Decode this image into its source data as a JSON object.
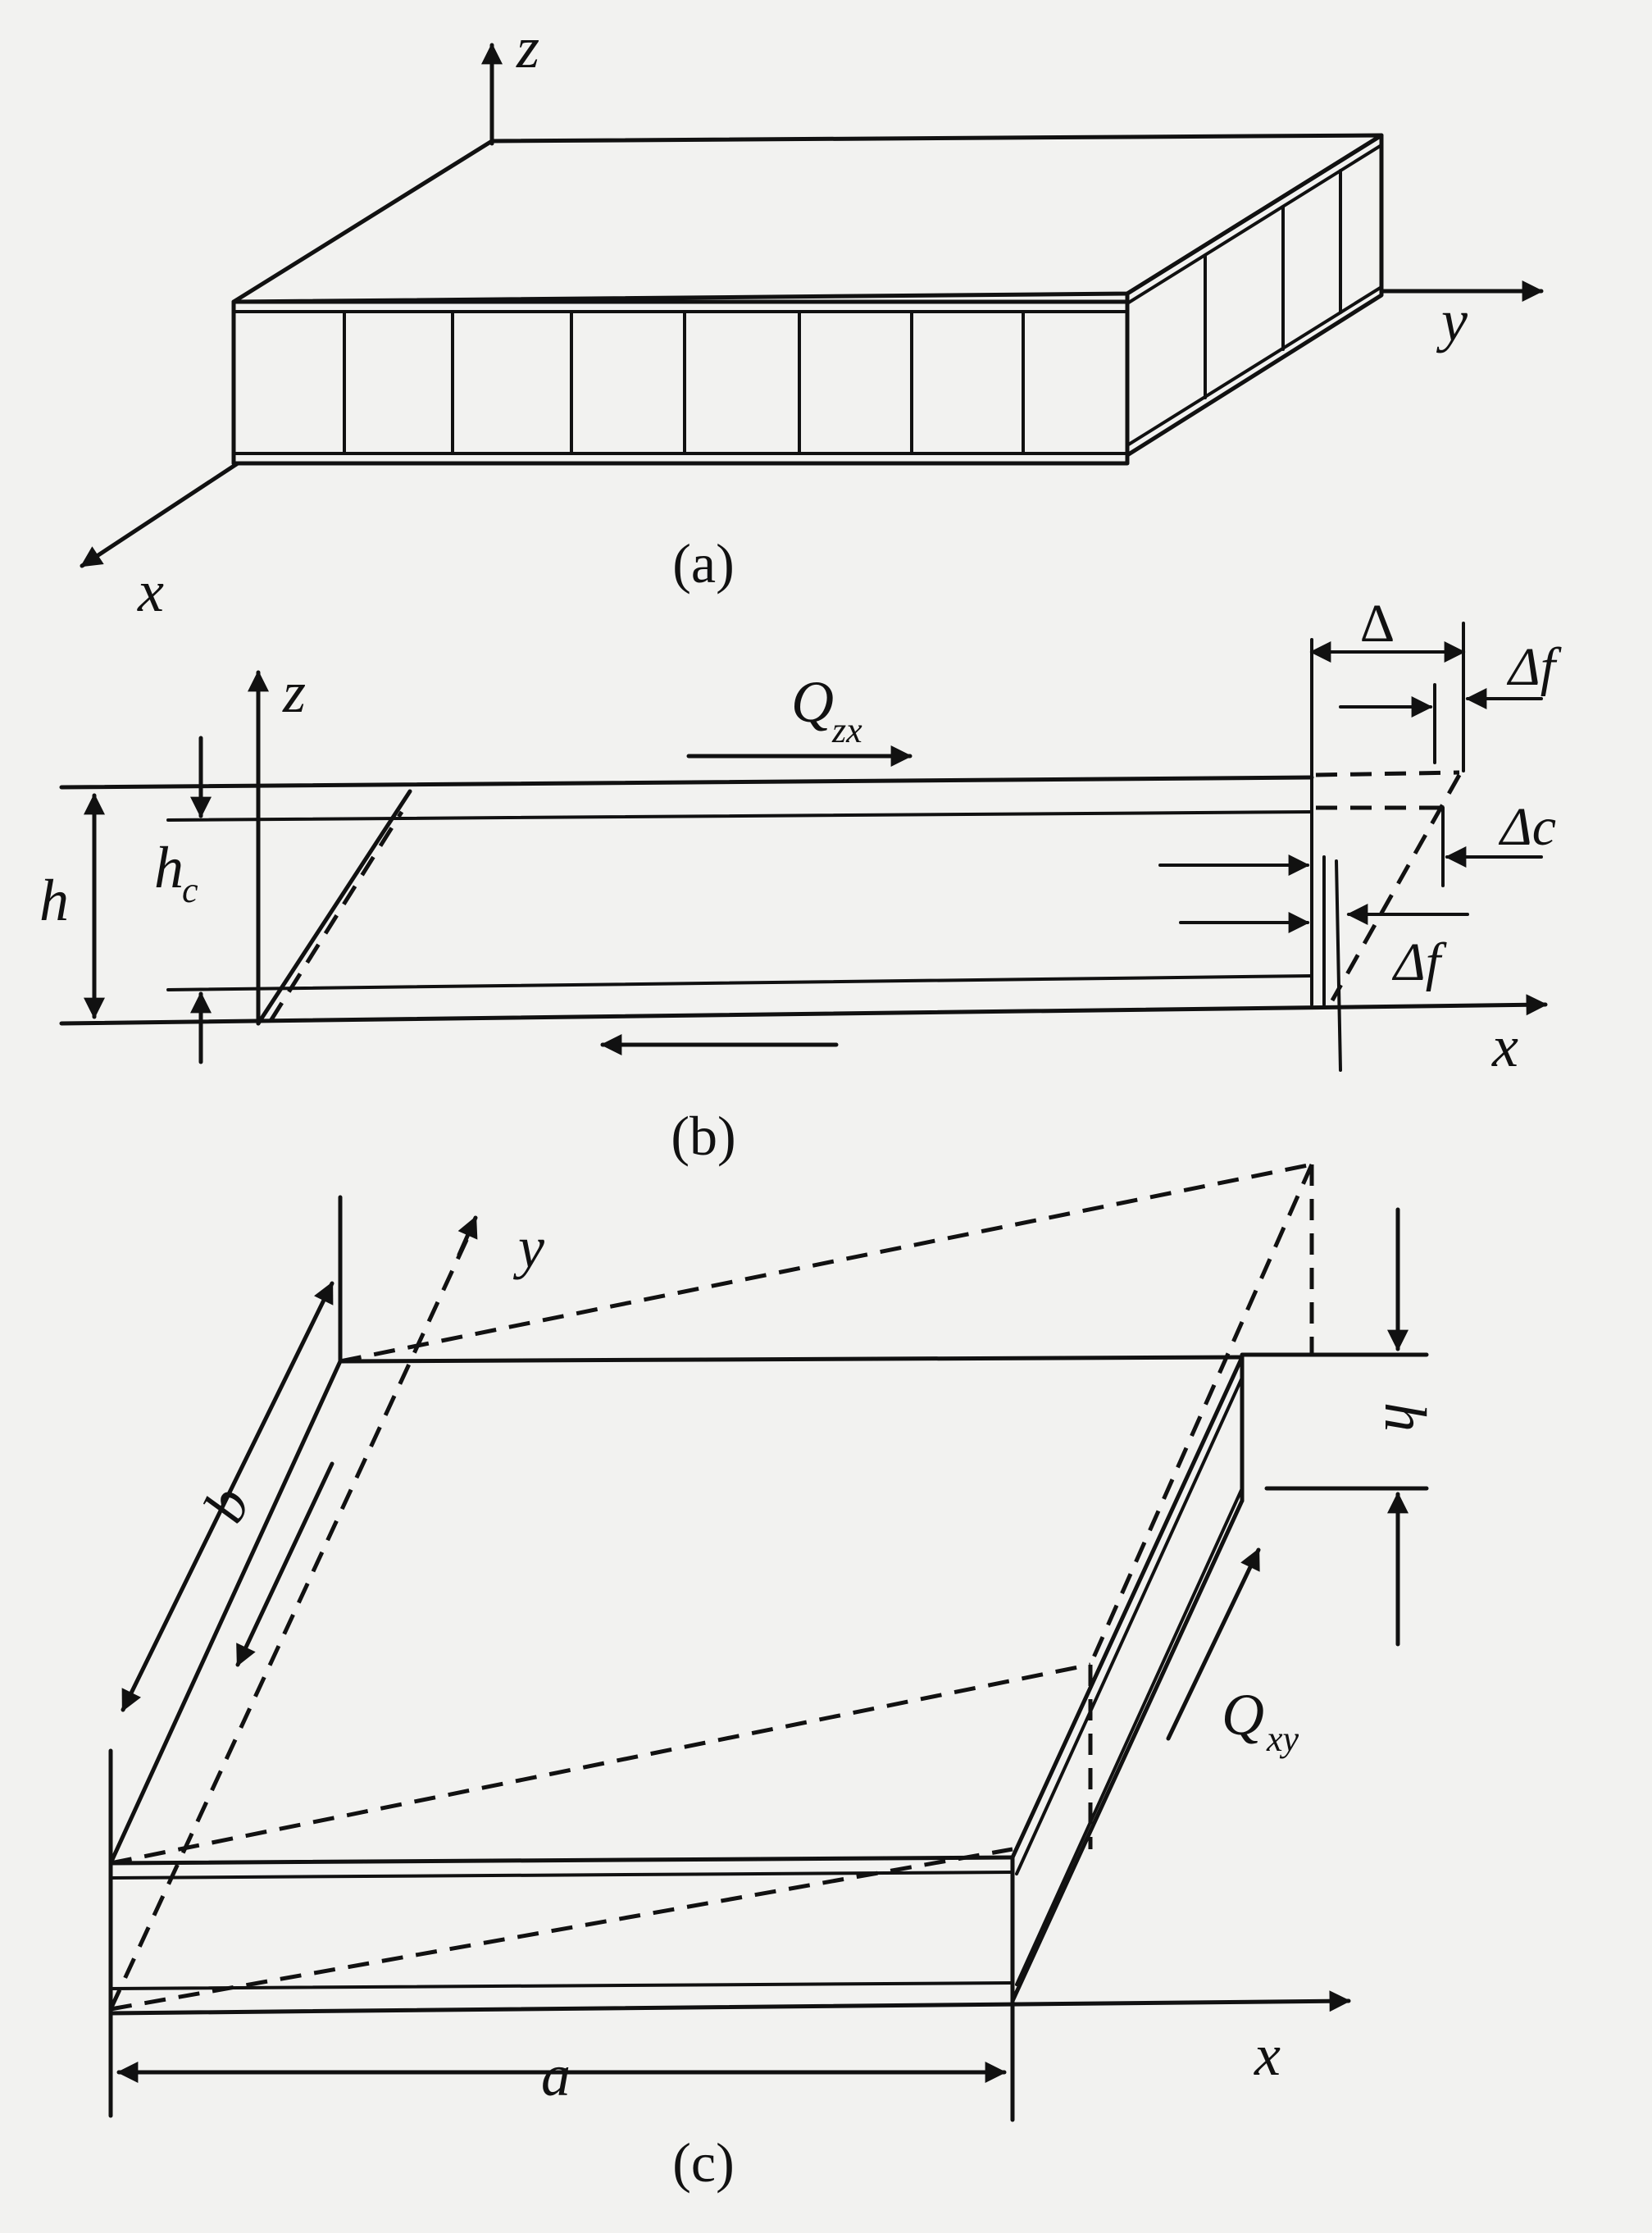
{
  "panel_a": {
    "caption": "(a)",
    "axis_z": "z",
    "axis_y": "y",
    "axis_x": "x"
  },
  "panel_b": {
    "caption": "(b)",
    "axis_z": "z",
    "axis_x": "x",
    "shear_label": "Q",
    "shear_sub": "zx",
    "thickness_h": "h",
    "core_h": "h",
    "core_h_sub": "c",
    "delta": "Δ",
    "delta_f_top": "Δf",
    "delta_c": "Δc",
    "delta_f_bottom": "Δf"
  },
  "panel_c": {
    "caption": "(c)",
    "axis_y": "y",
    "axis_x": "x",
    "dim_b": "b",
    "dim_a": "a",
    "dim_h": "h",
    "shear_label": "Q",
    "shear_sub": "xy"
  }
}
